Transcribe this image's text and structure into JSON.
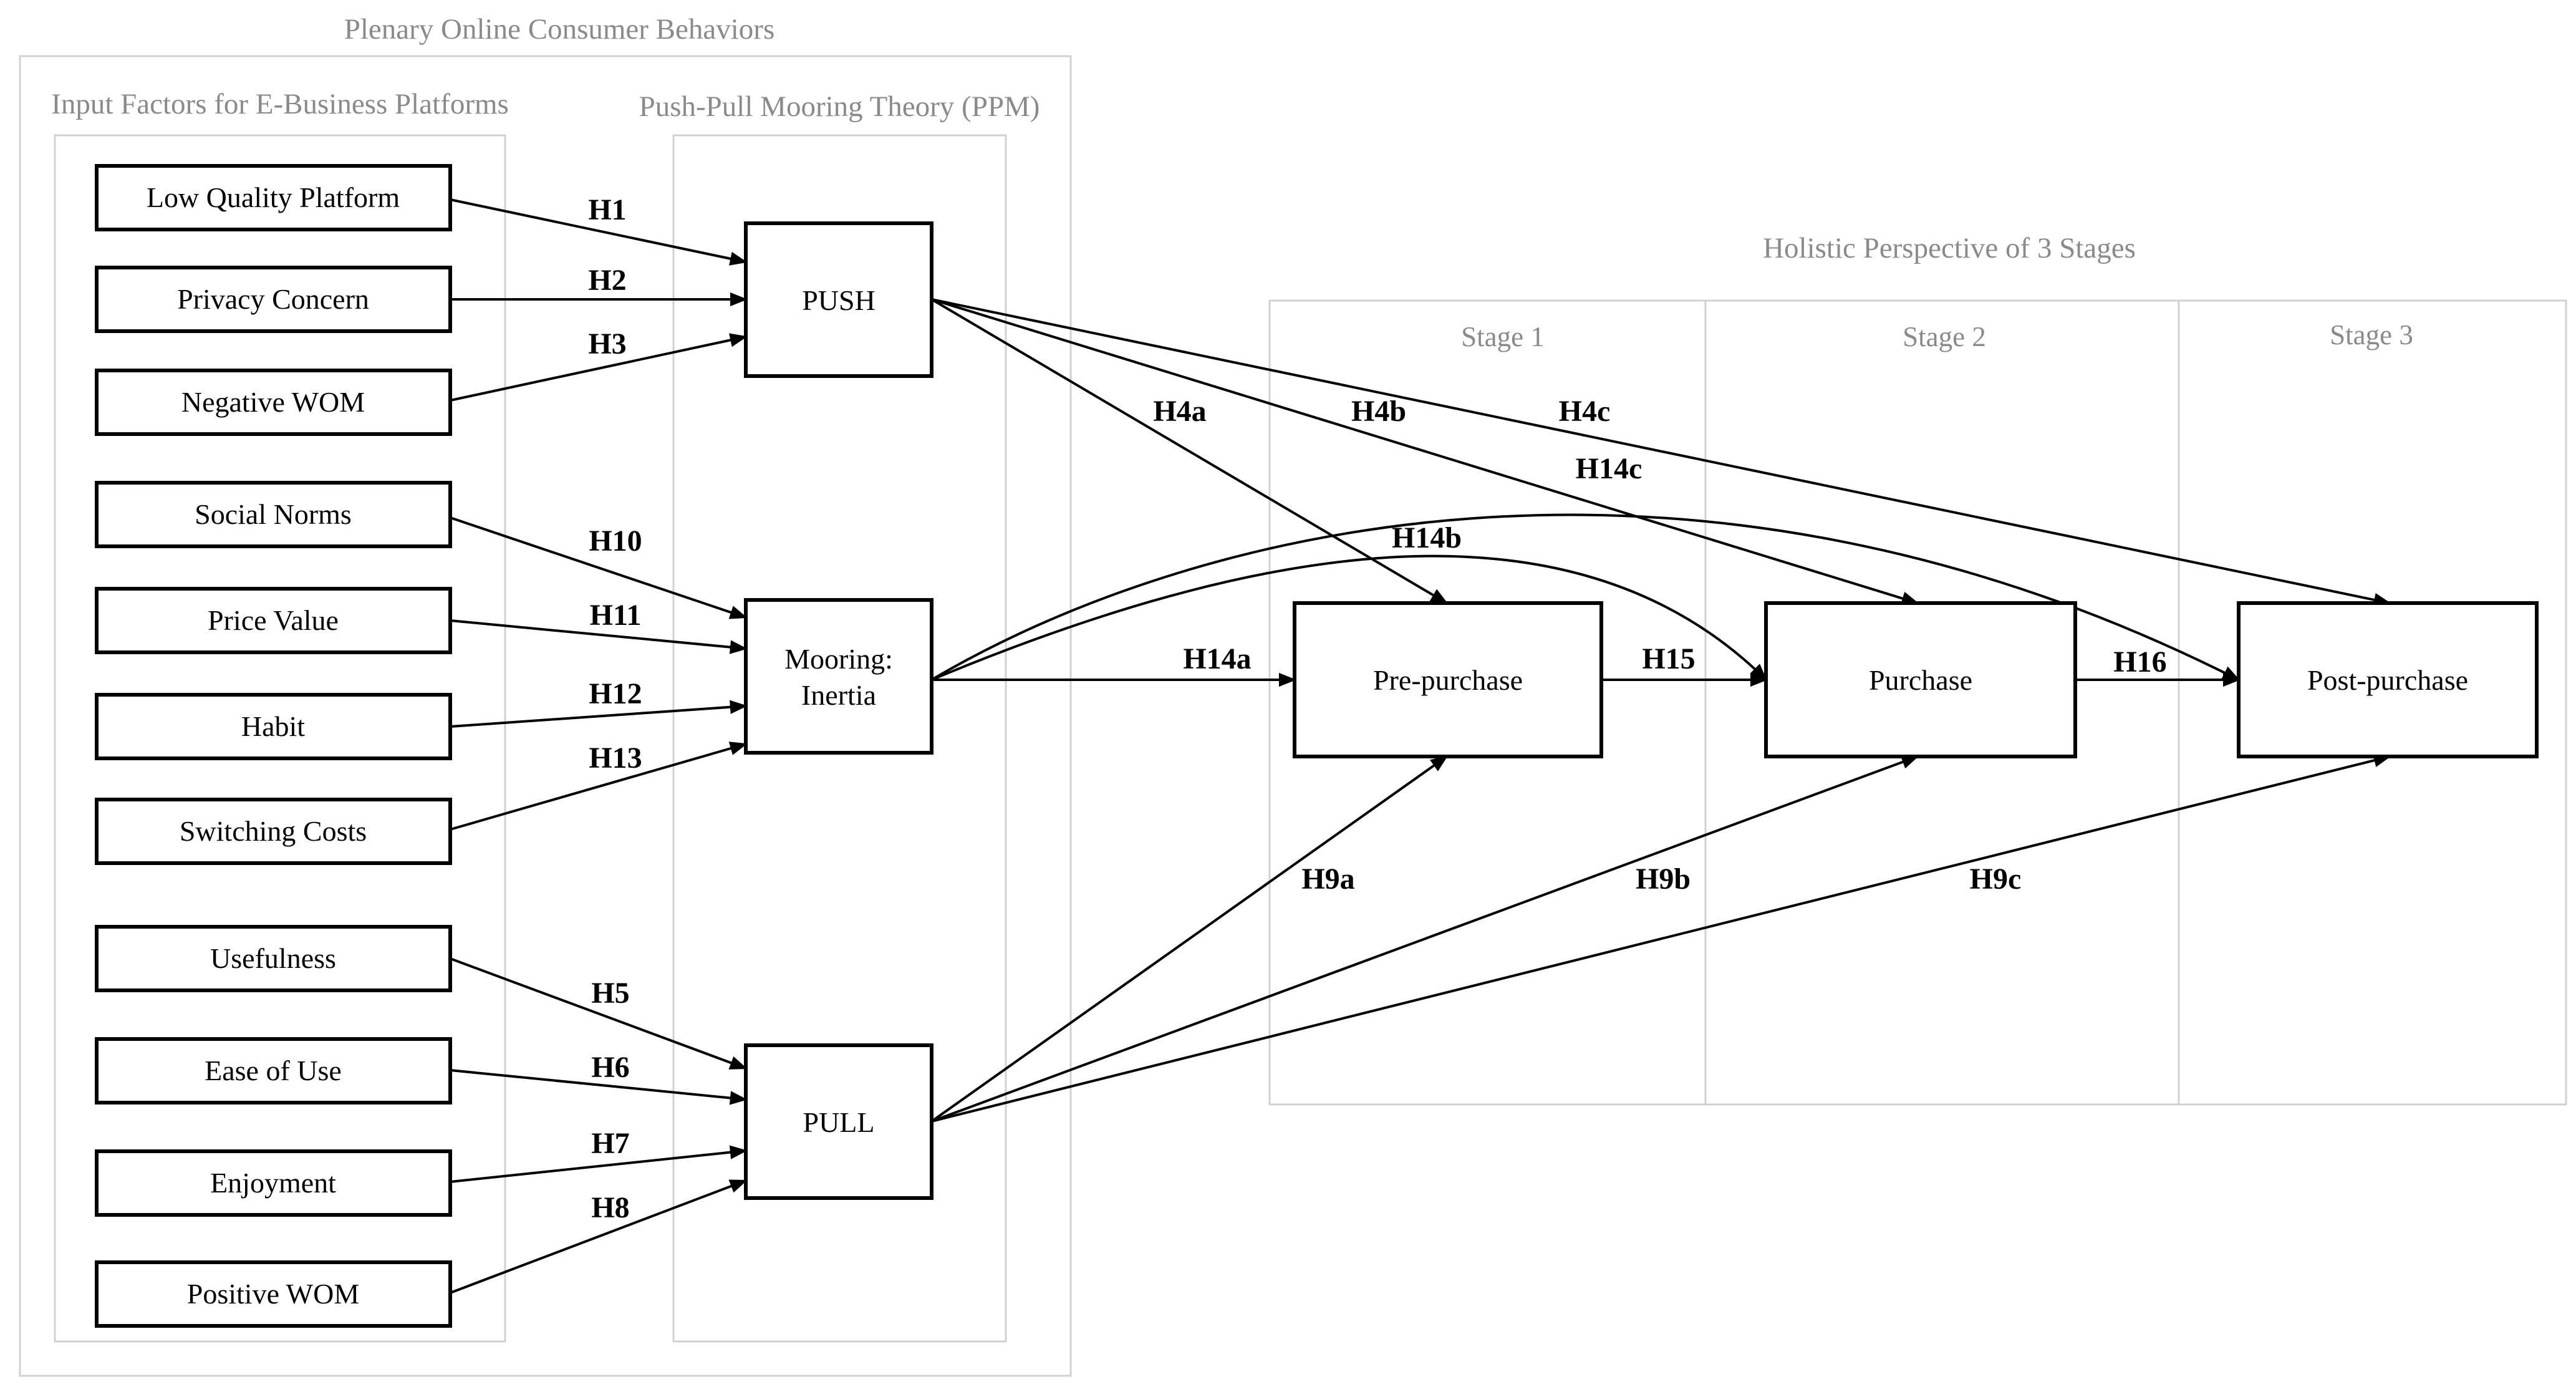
{
  "groups": {
    "outer": "Plenary Online Consumer Behaviors",
    "inputs": "Input Factors for E-Business Platforms",
    "ppm": "Push-Pull Mooring Theory (PPM)",
    "holistic": "Holistic Perspective of 3 Stages",
    "stage1": "Stage 1",
    "stage2": "Stage 2",
    "stage3": "Stage 3"
  },
  "nodes": {
    "low_quality_platform": "Low Quality Platform",
    "privacy_concern": "Privacy Concern",
    "negative_wom": "Negative WOM",
    "social_norms": "Social Norms",
    "price_value": "Price Value",
    "habit": "Habit",
    "switching_costs": "Switching Costs",
    "usefulness": "Usefulness",
    "ease_of_use": "Ease of Use",
    "enjoyment": "Enjoyment",
    "positive_wom": "Positive WOM",
    "push": "PUSH",
    "mooring_line1": "Mooring:",
    "mooring_line2": "Inertia",
    "pull": "PULL",
    "pre_purchase": "Pre-purchase",
    "purchase": "Purchase",
    "post_purchase": "Post-purchase"
  },
  "hypotheses": {
    "h1": "H1",
    "h2": "H2",
    "h3": "H3",
    "h4a": "H4a",
    "h4b": "H4b",
    "h4c": "H4c",
    "h5": "H5",
    "h6": "H6",
    "h7": "H7",
    "h8": "H8",
    "h9a": "H9a",
    "h9b": "H9b",
    "h9c": "H9c",
    "h10": "H10",
    "h11": "H11",
    "h12": "H12",
    "h13": "H13",
    "h14a": "H14a",
    "h14b": "H14b",
    "h14c": "H14c",
    "h15": "H15",
    "h16": "H16"
  }
}
